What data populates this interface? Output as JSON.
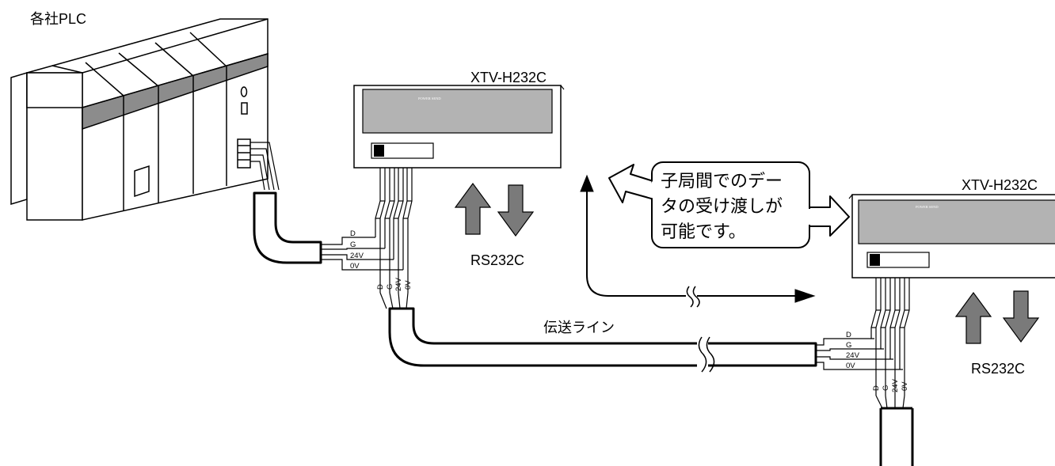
{
  "plc": {
    "label": "各社PLC"
  },
  "device_1": {
    "model": "XTV-H232C",
    "panel_text": "POWER SEND"
  },
  "device_2": {
    "model": "XTV-H232C",
    "panel_text": "POWER SEND"
  },
  "wires": {
    "d": "D",
    "g": "G",
    "v24": "24V",
    "v0": "0V"
  },
  "comm_label_1": "RS232C",
  "comm_label_2": "RS232C",
  "transmission_line": "伝送ライン",
  "callout": {
    "line1": "子局間でのデー",
    "line2": "タの受け渡しが",
    "line3": "可能です。"
  },
  "colors": {
    "line": "#000000",
    "panel_gray": "#b3b3b3",
    "band_gray": "#8c8c8c",
    "arrow_gray": "#7a7a7a"
  }
}
